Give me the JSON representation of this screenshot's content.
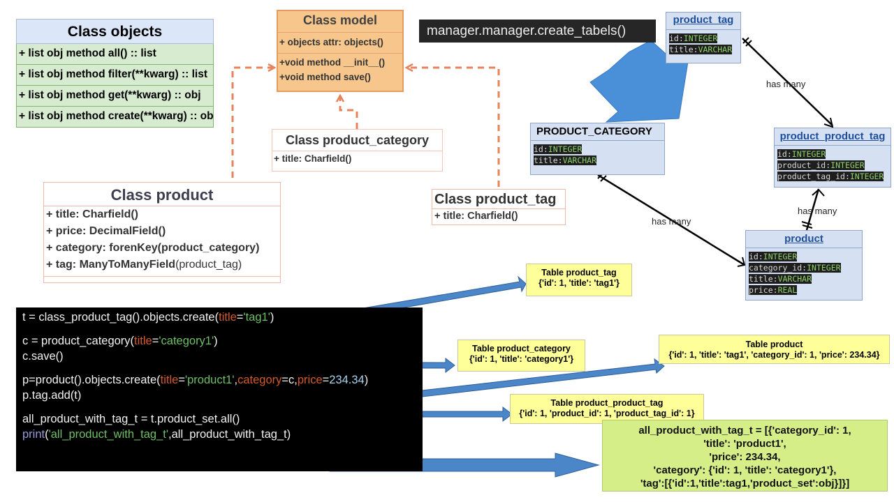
{
  "class_objects": {
    "title": "Class objects",
    "methods": [
      "+ list obj method all() :: list",
      "+ list obj method filter(**kwarg) :: list",
      "+ list obj method get(**kwarg) :: obj",
      "+ list obj method create(**kwarg) :: obj"
    ]
  },
  "class_model": {
    "title": "Class model",
    "attr": "+ objects attr: objects()",
    "methods": [
      "+void method __init__()",
      "+void method save()"
    ]
  },
  "class_product_category": {
    "title": "Class product_category",
    "attr": "+ title: Charfield()"
  },
  "class_product": {
    "title": "Class product",
    "attrs": [
      "+ title: Charfield()",
      "+ price: DecimalField()",
      "+ category: forenKey(product_category)"
    ],
    "tag_attr": "+ tag: ManyToManyField",
    "tag_attr_arg": "(product_tag)"
  },
  "class_product_tag": {
    "title": "Class product_tag",
    "attr": "+ title: Charfield()"
  },
  "manager_label": "manager.manager.create_tabels()",
  "er": {
    "product_tag": {
      "title": "product_tag",
      "cols": [
        [
          "id",
          "INTEGER"
        ],
        [
          "title",
          "VARCHAR"
        ]
      ]
    },
    "product_category": {
      "title": "PRODUCT_CATEGORY",
      "cols": [
        [
          "id",
          "INTEGER"
        ],
        [
          "title",
          "VARCHAR"
        ]
      ]
    },
    "product_product_tag": {
      "title": "product_product_tag",
      "cols": [
        [
          "id",
          "INTEGER"
        ],
        [
          "product_id",
          "INTEGER"
        ],
        [
          "product_tag_id",
          "INTEGER"
        ]
      ]
    },
    "product": {
      "title": "product",
      "cols": [
        [
          "id",
          "INTEGER"
        ],
        [
          "category_id",
          "INTEGER"
        ],
        [
          "title",
          "VARCHAR"
        ],
        [
          "price",
          "REAL"
        ]
      ]
    },
    "has_many": "has many"
  },
  "code": {
    "l1": {
      "a": "t = class_product_tag().objects.create(",
      "k": "title",
      "eq": "=",
      "s": "'tag1'",
      "end": ")"
    },
    "l2": {
      "a": "c = product_category(",
      "k": "title",
      "eq": "=",
      "s": "'category1'",
      "end": ")"
    },
    "l3": "c.save()",
    "l4": {
      "a": "p=product().objects.create(",
      "k1": "title",
      "eq1": "=",
      "s1": "'product1'",
      "sep1": ",",
      "k2": "category",
      "eq2": "=c,",
      "k3": "price",
      "eq3": "=",
      "n": "234.34",
      "end": ")"
    },
    "l5": "p.tag.add(t)",
    "l6": "all_product_with_tag_t = t.product_set.all()",
    "l7": {
      "fn": "print",
      "a": "(",
      "s": "'all_product_with_tag_t'",
      "end": ",all_product_with_tag_t)"
    }
  },
  "tables": {
    "product_tag": {
      "title": "Table product_tag",
      "row": "{'id': 1, 'title': 'tag1'}"
    },
    "product_category": {
      "title": "Table product_category",
      "row": "{'id': 1, 'title': 'category1'}"
    },
    "product": {
      "title": "Table product",
      "row": "{'id': 1, 'title': 'tag1', 'category_id': 1, 'price': 234.34}"
    },
    "product_product_tag": {
      "title": "Table product_product_tag",
      "row": "{'id': 1, 'product_id': 1, 'product_tag_id': 1}"
    }
  },
  "result": [
    "all_product_with_tag_t = [{'category_id': 1,",
    "'title': 'product1',",
    "'price': 234.34,",
    "'category': {'id': 1, 'title': 'category1'},",
    "'tag':[{'id':1,'title':tag1,'product_set':obj}]}]"
  ],
  "colors": {
    "dashed_arrow": "#e8825a",
    "blue_arrow": "#4a86c8",
    "big_arrow": "#4a90d9",
    "er_fill": "#d5e1f3",
    "yellow": "#ffff99",
    "result": "#d6ee88"
  }
}
